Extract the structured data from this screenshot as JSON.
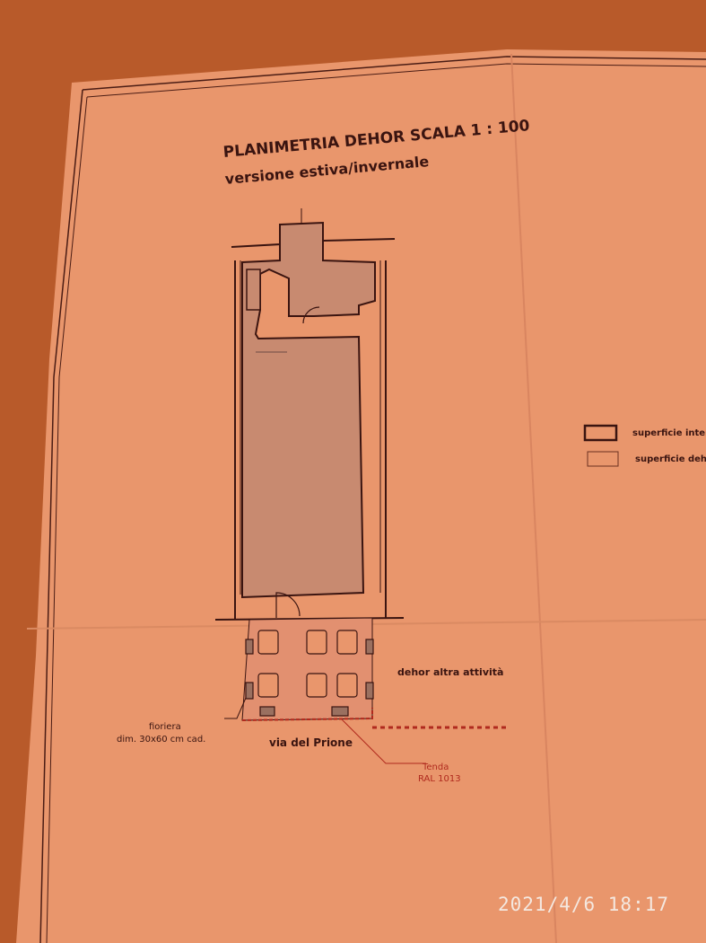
{
  "document": {
    "title": "PLANIMETRIA DEHOR SCALA 1 : 100",
    "subtitle": "versione estiva/invernale"
  },
  "legend": [
    {
      "label": "superficie inter",
      "style": "dark-outline"
    },
    {
      "label": "superficie deh",
      "style": "light-outline"
    }
  ],
  "annotations": {
    "other_dehor": "dehor altra attività",
    "street": "via del Prione",
    "planter_label": "fioriera",
    "planter_dims": "dim. 30x60 cm cad.",
    "awning_label": "Tenda",
    "awning_color": "RAL 1013"
  },
  "timestamp": "2021/4/6  18:17",
  "colors": {
    "paper": "#e9966c",
    "wood": "#b85a2a",
    "ink": "#3a1410",
    "awning_red": "#b02a1e",
    "interior_fill": "#c88a70"
  }
}
